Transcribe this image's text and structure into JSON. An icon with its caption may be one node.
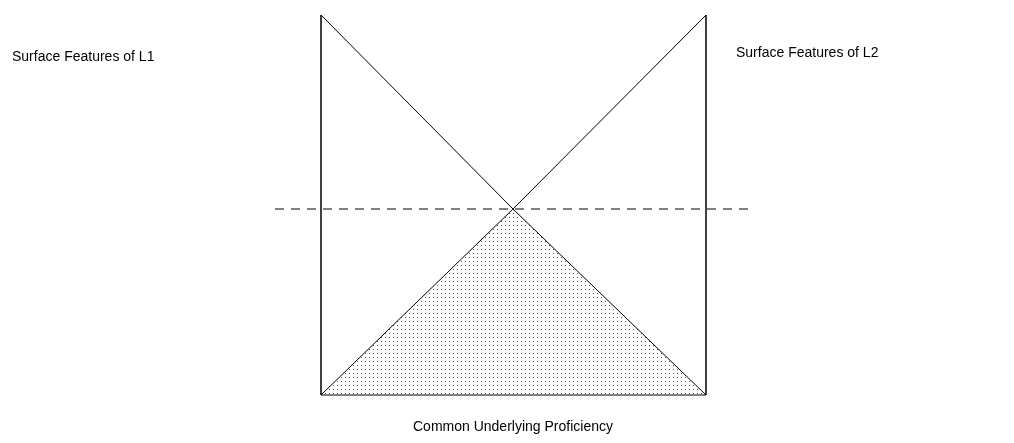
{
  "diagram": {
    "labels": [
      "Surface Features of L1",
      "Surface Features of L2",
      "Common Underlying Proficiency"
    ]
  }
}
